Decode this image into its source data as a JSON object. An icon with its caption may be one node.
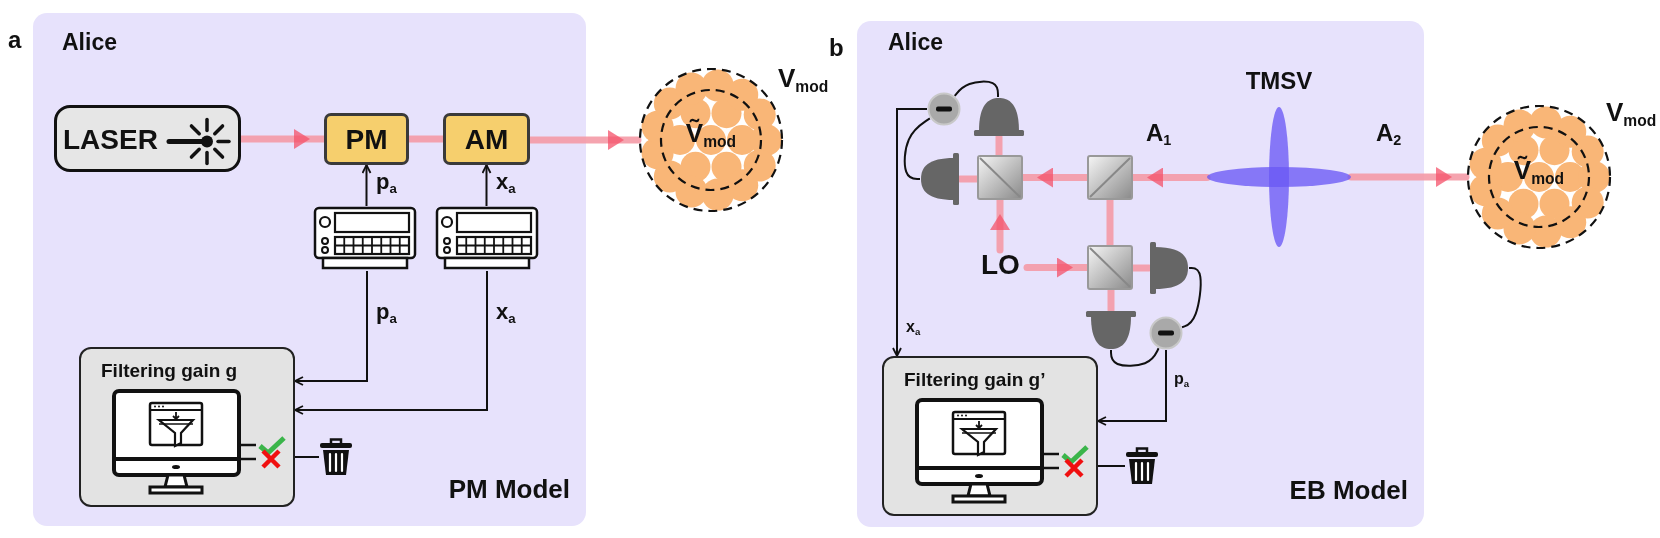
{
  "diagram": {
    "nodes": [
      {
        "text": [
          "Alice",
          "PM Model"
        ]
      },
      {
        "text": [
          "LASER"
        ],
        "in": 0
      },
      {
        "text": [
          "PM"
        ],
        "in": 0
      },
      {
        "text": [
          "AM"
        ],
        "in": 0
      },
      {
        "text": [],
        "shape": "picture",
        "in": 0
      },
      {
        "text": [],
        "shape": "picture",
        "in": 0
      },
      {
        "text": [
          "Filtering gain g"
        ],
        "in": 0
      },
      {
        "text": [],
        "shape": "picture",
        "in": 0
      },
      {
        "text": [
          "Ṽ$_{mod}$"
        ],
        "beside": [
          "V$_{mod}$"
        ]
      },
      {
        "text": [
          "Alice",
          "EB Model"
        ]
      },
      {
        "text": [
          "TMSV"
        ],
        "in": 9
      },
      {
        "text": [],
        "shape": "box",
        "in": 9
      },
      {
        "text": [],
        "shape": "box",
        "in": 9
      },
      {
        "text": [],
        "shape": "box",
        "in": 9
      },
      {
        "text": [
          "LO"
        ],
        "in": 9
      },
      {
        "text": [],
        "shape": "dome",
        "in": 9
      },
      {
        "text": [],
        "shape": "dome",
        "in": 9
      },
      {
        "text": [],
        "shape": "dome",
        "in": 9
      },
      {
        "text": [],
        "shape": "dome",
        "in": 9
      },
      {
        "text": [],
        "shape": "circle",
        "in": 9
      },
      {
        "text": [],
        "shape": "circle",
        "in": 9
      },
      {
        "text": [
          "Filtering gain g’"
        ],
        "in": 9
      },
      {
        "text": [],
        "shape": "picture",
        "in": 9
      },
      {
        "text": [
          "Ṽ$_{mod}$"
        ],
        "beside": [
          "V$_{mod}$"
        ]
      }
    ],
    "edges": [
      {
        "from": 1,
        "to": 2,
        "arrow": "to"
      },
      {
        "from": 2,
        "to": 3,
        "arrow": "none"
      },
      {
        "from": 3,
        "to": 8,
        "arrow": "to"
      },
      {
        "from": 4,
        "to": 2,
        "arrow": "to",
        "label": "p$_{a}$",
        "color": "#111111"
      },
      {
        "from": 5,
        "to": 3,
        "arrow": "to",
        "label": "x$_{a}$",
        "color": "#111111"
      },
      {
        "from": 4,
        "to": 6,
        "arrow": "to",
        "label": "p$_{a}$",
        "color": "#111111"
      },
      {
        "from": 5,
        "to": 6,
        "arrow": "to",
        "label": "x$_{a}$",
        "color": "#111111"
      },
      {
        "from": 6,
        "to": 7,
        "arrow": "none",
        "color": "#111111"
      },
      {
        "from": 10,
        "to": 11,
        "arrow": "to",
        "label": "A$_{1}$"
      },
      {
        "from": 10,
        "to": 23,
        "arrow": "to",
        "label": "A$_{2}$"
      },
      {
        "from": 11,
        "to": 12,
        "arrow": "to"
      },
      {
        "from": 12,
        "to": 16,
        "arrow": "none"
      },
      {
        "from": 12,
        "to": 15,
        "arrow": "none"
      },
      {
        "from": 14,
        "to": 12,
        "arrow": "to"
      },
      {
        "from": 11,
        "to": 13,
        "arrow": "none"
      },
      {
        "from": 14,
        "to": 13,
        "arrow": "to"
      },
      {
        "from": 13,
        "to": 17,
        "arrow": "none"
      },
      {
        "from": 13,
        "to": 18,
        "arrow": "none"
      },
      {
        "from": 15,
        "to": 19,
        "arrow": "none",
        "color": "#111111"
      },
      {
        "from": 16,
        "to": 19,
        "arrow": "none",
        "color": "#111111"
      },
      {
        "from": 17,
        "to": 20,
        "arrow": "none",
        "color": "#111111"
      },
      {
        "from": 18,
        "to": 20,
        "arrow": "none",
        "color": "#111111"
      },
      {
        "from": 19,
        "to": 21,
        "arrow": "to",
        "label": "x$_{a}$",
        "color": "#111111"
      },
      {
        "from": 20,
        "to": 21,
        "arrow": "to",
        "label": "p$_{a}$",
        "color": "#111111"
      },
      {
        "from": 21,
        "to": 22,
        "arrow": "none",
        "color": "#111111"
      }
    ],
    "labels": [
      "a",
      "b"
    ]
  }
}
